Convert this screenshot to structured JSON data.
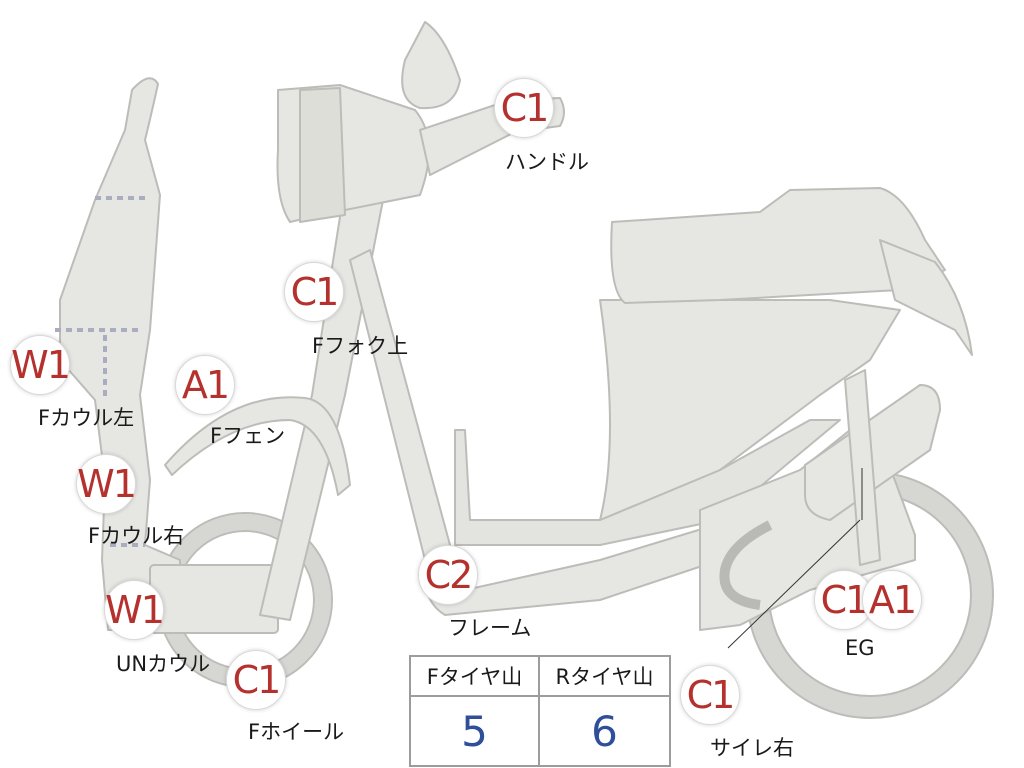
{
  "markers": [
    {
      "id": "handle",
      "grade": "C1",
      "label": "ハンドル"
    },
    {
      "id": "ffork",
      "grade": "C1",
      "label": "Fフォク上"
    },
    {
      "id": "ffender",
      "grade": "A1",
      "label": "Fフェン"
    },
    {
      "id": "fcowl-left",
      "grade": "W1",
      "label": "Fカウル左"
    },
    {
      "id": "fcowl-right",
      "grade": "W1",
      "label": "Fカウル右"
    },
    {
      "id": "un-cowl",
      "grade": "W1",
      "label": "UNカウル"
    },
    {
      "id": "fwheel",
      "grade": "C1",
      "label": "Fホイール"
    },
    {
      "id": "frame",
      "grade": "C2",
      "label": "フレーム"
    },
    {
      "id": "eg",
      "grades": [
        "C1",
        "A1"
      ],
      "label": "EG"
    },
    {
      "id": "muffler-right",
      "grade": "C1",
      "label": "サイレ右"
    }
  ],
  "tire_table": {
    "headers": [
      "Fタイヤ山",
      "Rタイヤ山"
    ],
    "values": [
      "5",
      "6"
    ]
  },
  "colors": {
    "body_fill": "#e6e6e2",
    "body_stroke": "#bcbcb8",
    "marker_text": "#b5312e",
    "table_value": "#2f4f9a"
  }
}
